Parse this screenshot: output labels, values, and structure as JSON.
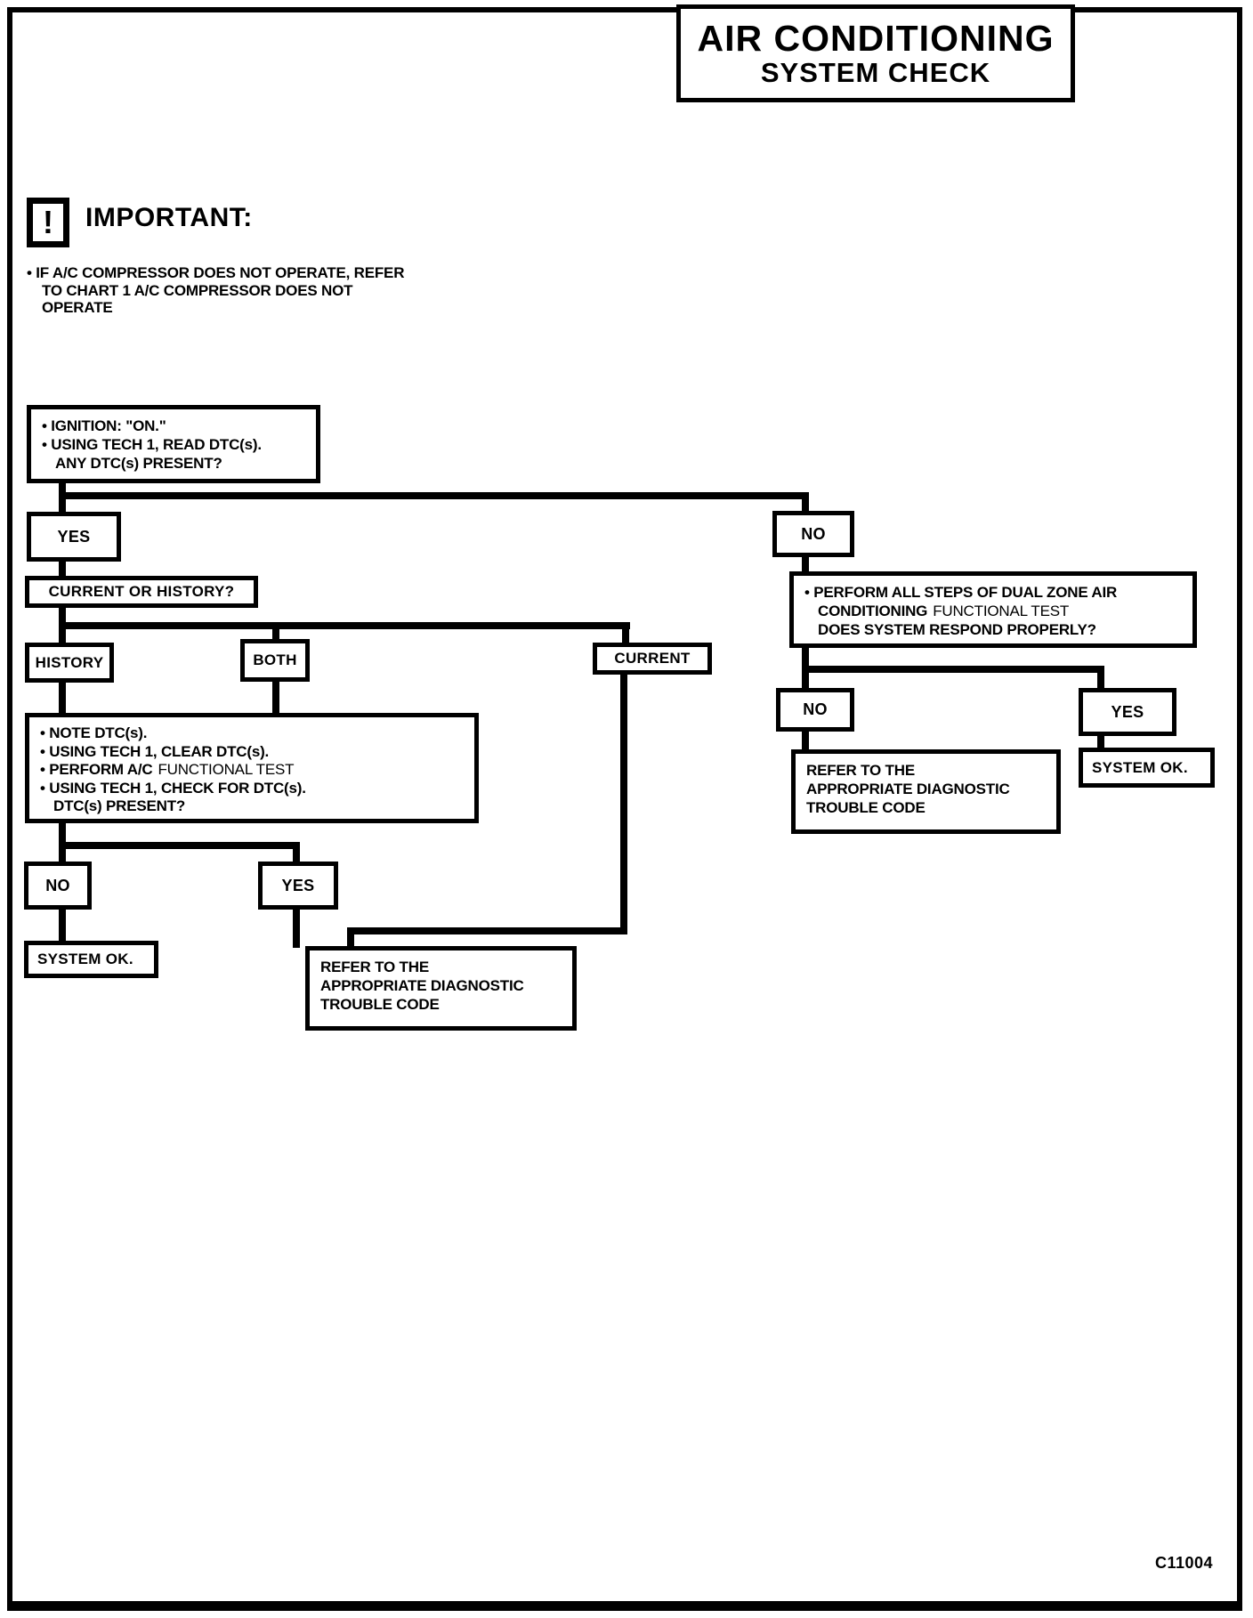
{
  "page": {
    "title": {
      "line1": "AIR CONDITIONING",
      "line2": "SYSTEM CHECK"
    },
    "figure_code": "C11004",
    "important": {
      "icon": "exclamation-icon",
      "icon_glyph": "!",
      "label": "IMPORTANT:",
      "note_line1": "• IF A/C COMPRESSOR DOES NOT OPERATE, REFER",
      "note_line2": "TO CHART 1 A/C COMPRESSOR DOES NOT",
      "note_line3": "OPERATE"
    }
  },
  "flowchart": {
    "ignition_box": {
      "line1": "• IGNITION: \"ON.\"",
      "line2": "• USING TECH 1, READ DTC(s).",
      "line3": "ANY DTC(s) PRESENT?"
    },
    "yes_left": "YES",
    "no_right": "NO",
    "current_or_history_box": "CURRENT OR HISTORY?",
    "history_box": "HISTORY",
    "both_box": "BOTH",
    "current_box": "CURRENT",
    "note_dtc_box": {
      "line1": "• NOTE DTC(s).",
      "line2": "• USING TECH 1, CLEAR DTC(s).",
      "line3_bold": "• PERFORM A/C",
      "line3_regular": "FUNCTIONAL TEST",
      "line4": "• USING TECH 1, CHECK FOR DTC(s).",
      "line5": "DTC(s) PRESENT?"
    },
    "no_after_note": "NO",
    "yes_after_note": "YES",
    "system_ok_left": "SYSTEM OK.",
    "refer_left": {
      "line1": "REFER TO THE",
      "line2": "APPROPRIATE DIAGNOSTIC",
      "line3": "TROUBLE CODE"
    },
    "perform_box": {
      "line1": "• PERFORM ALL STEPS OF DUAL ZONE AIR",
      "line2_bold": "CONDITIONING",
      "line2_regular": "FUNCTIONAL TEST",
      "line3": "DOES SYSTEM RESPOND PROPERLY?"
    },
    "no_after_perform": "NO",
    "yes_after_perform": "YES",
    "refer_right": {
      "line1": "REFER TO THE",
      "line2": "APPROPRIATE DIAGNOSTIC",
      "line3": "TROUBLE CODE"
    },
    "system_ok_right": "SYSTEM OK."
  }
}
